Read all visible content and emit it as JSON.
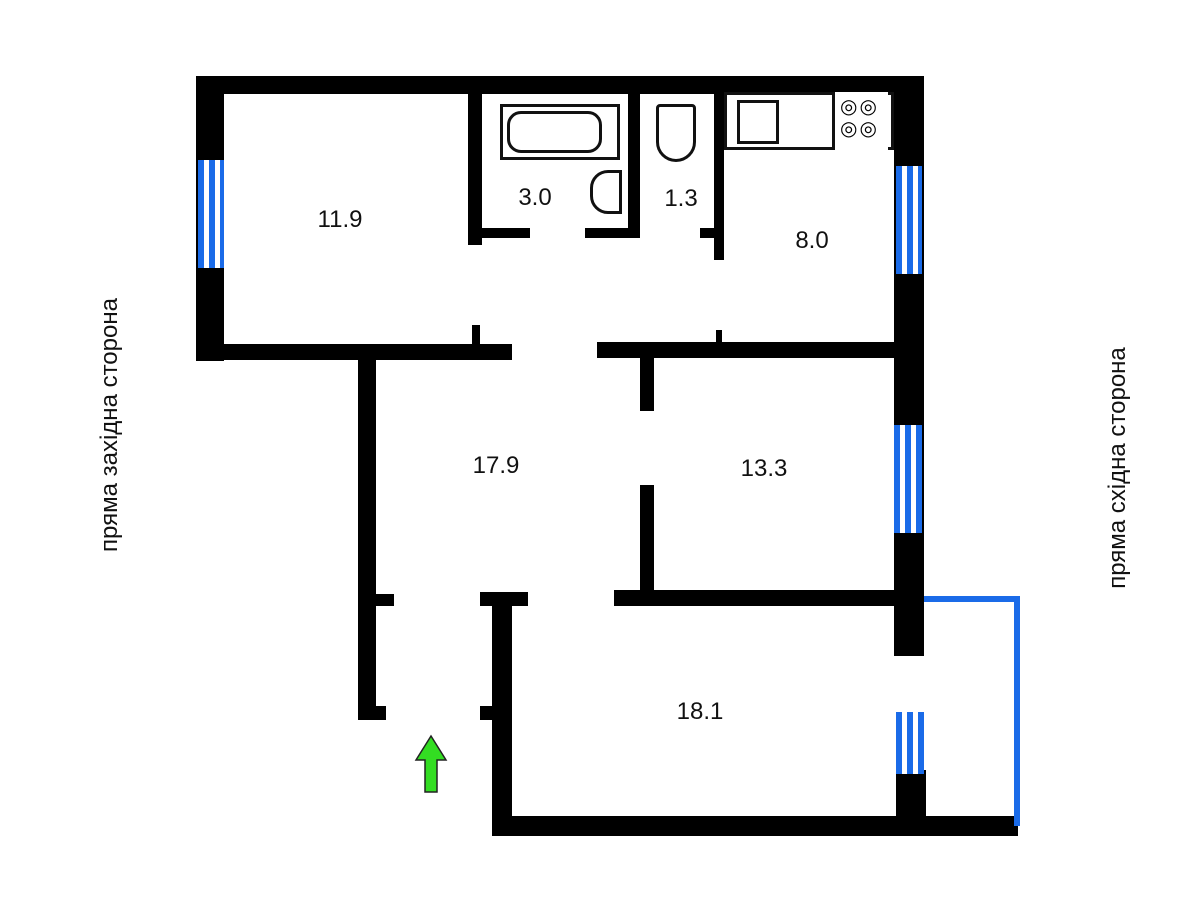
{
  "rooms": [
    {
      "id": "room-1",
      "area": "11.9"
    },
    {
      "id": "bathroom",
      "area": "3.0"
    },
    {
      "id": "toilet",
      "area": "1.3"
    },
    {
      "id": "kitchen",
      "area": "8.0"
    },
    {
      "id": "hall",
      "area": "17.9"
    },
    {
      "id": "room-2",
      "area": "13.3"
    },
    {
      "id": "room-3",
      "area": "18.1"
    }
  ],
  "labels": {
    "west": "пряма західна сторона",
    "east": "пряма східна сторона"
  },
  "colors": {
    "wall": "#000000",
    "window": "#1a6be8",
    "entrance_arrow": "#33dd22"
  }
}
